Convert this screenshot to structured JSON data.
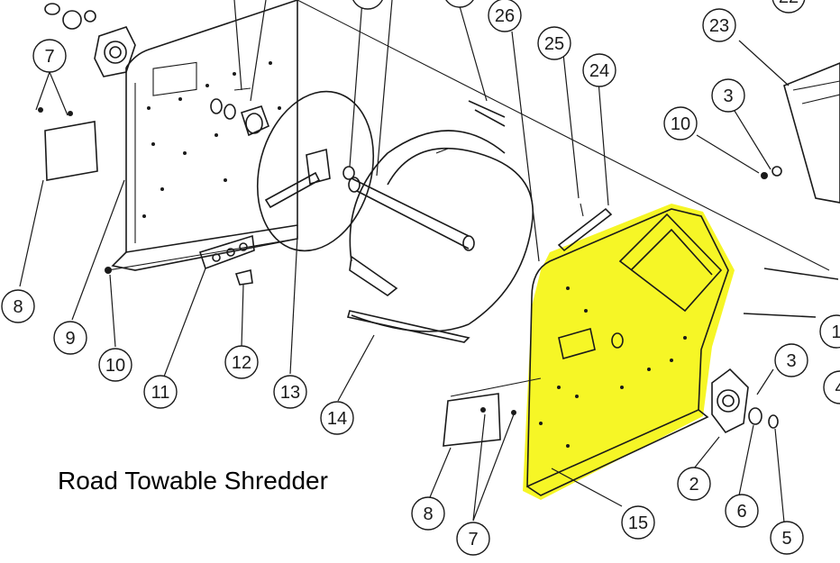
{
  "caption": "Road Towable Shredder",
  "highlight_color": "#f5f500",
  "callouts": [
    {
      "label": "7"
    },
    {
      "label": "8"
    },
    {
      "label": "9"
    },
    {
      "label": "10"
    },
    {
      "label": "11"
    },
    {
      "label": "12"
    },
    {
      "label": "13"
    },
    {
      "label": "14"
    },
    {
      "label": "26"
    },
    {
      "label": "25"
    },
    {
      "label": "24"
    },
    {
      "label": "23"
    },
    {
      "label": "22"
    },
    {
      "label": "3"
    },
    {
      "label": "10"
    },
    {
      "label": "1"
    },
    {
      "label": "3"
    },
    {
      "label": "4"
    },
    {
      "label": "2"
    },
    {
      "label": "6"
    },
    {
      "label": "5"
    },
    {
      "label": "15"
    },
    {
      "label": "8"
    },
    {
      "label": "7"
    }
  ]
}
